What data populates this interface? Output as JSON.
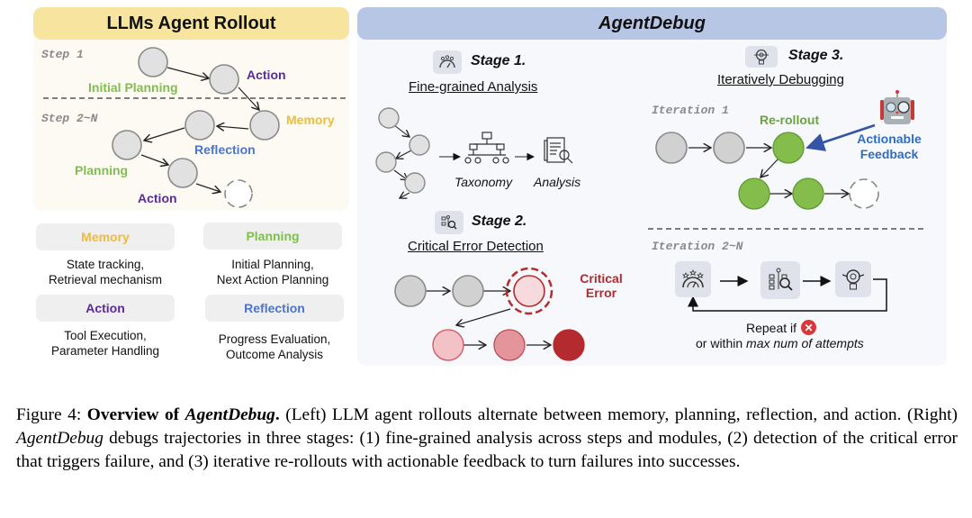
{
  "left_panel": {
    "title": "LLMs Agent Rollout",
    "step1_label": "Step 1",
    "step2_label": "Step 2~N",
    "node_labels": {
      "initial_planning": "Initial Planning",
      "action_1": "Action",
      "memory": "Memory",
      "reflection": "Reflection",
      "planning": "Planning",
      "action_2": "Action"
    },
    "modules": [
      {
        "name": "Memory",
        "color": "#eebc3a",
        "desc_line1": "State tracking,",
        "desc_line2": "Retrieval mechanism"
      },
      {
        "name": "Planning",
        "color": "#7fbf4d",
        "desc_line1": "Initial Planning,",
        "desc_line2": "Next Action Planning"
      },
      {
        "name": "Action",
        "color": "#5b2a9c",
        "desc_line1": "Tool Execution,",
        "desc_line2": "Parameter Handling"
      },
      {
        "name": "Reflection",
        "color": "#4d74c9",
        "desc_line1": "Progress Evaluation,",
        "desc_line2": "Outcome Analysis"
      }
    ]
  },
  "right_panel": {
    "title": "AgentDebug",
    "stage1": {
      "title": "Stage 1.",
      "subtitle": "Fine-grained Analysis",
      "icon": "evaluation-gauge-icon",
      "taxonomy_label": "Taxonomy",
      "analysis_label": "Analysis"
    },
    "stage2": {
      "title": "Stage 2.",
      "subtitle": "Critical Error Detection",
      "icon": "flowchart-search-icon",
      "critical_line1": "Critical",
      "critical_line2": "Error"
    },
    "stage3": {
      "title": "Stage 3.",
      "subtitle": "Iteratively Debugging",
      "icon": "lightbulb-gear-icon",
      "iteration1_label": "Iteration 1",
      "rerollout_label": "Re-rollout",
      "feedback_line1": "Actionable",
      "feedback_line2": "Feedback",
      "iteration2_label": "Iteration 2~N",
      "repeat_text": "Repeat if",
      "attempts_prefix": "or within",
      "attempts_italic": "max num of attempts"
    }
  },
  "colors": {
    "node_gray": "#e1e1e1",
    "node_stroke": "#8a8a8a",
    "green_node": "#84bd4b",
    "red_light": "#f3c2c6",
    "red_mid": "#e4959b",
    "red_dark": "#b52a2e",
    "feedback_arrow": "#3554a8"
  },
  "caption": {
    "prefix": "Figure 4: ",
    "bold": "Overview of ",
    "bold_italic": "AgentDebug",
    "bold_end": ".",
    "text1": " (Left) LLM agent rollouts alternate between memory, planning, reflection, and action. (Right) ",
    "italic2": "AgentDebug",
    "text2": " debugs trajectories in three stages: (1) fine-grained analysis across steps and modules, (2) detection of the critical error that triggers failure, and (3) iterative re-rollouts with actionable feedback to turn failures into successes."
  }
}
